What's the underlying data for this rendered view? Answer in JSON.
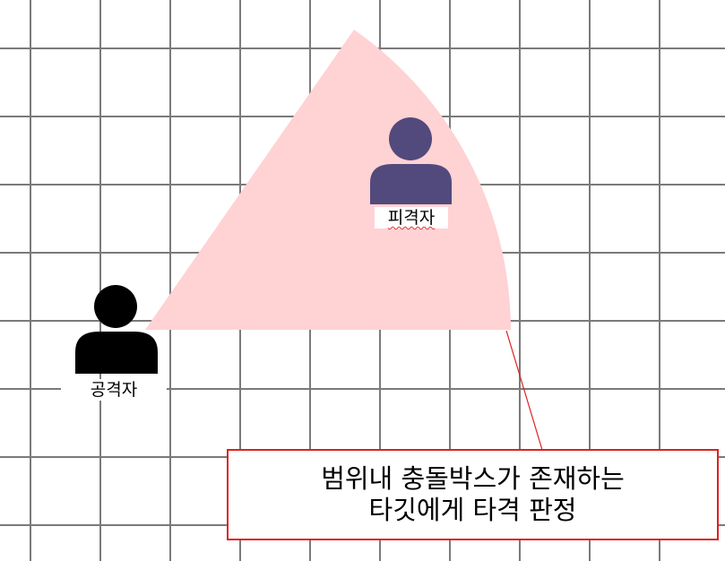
{
  "labels": {
    "attacker": "공격자",
    "target": "피격자"
  },
  "callout": {
    "line1": "범위내 충돌박스가 존재하는",
    "line2": "타깃에게 타격 판정"
  },
  "colors": {
    "grid": "#7a7a7a",
    "attack_area": "#ffd2d4",
    "attacker": "#000000",
    "target": "#524a7c",
    "callout_border": "#e02020",
    "leader_line": "#e02020",
    "spellcheck_squiggle": "#e03030"
  },
  "icons": {
    "attacker": "person-icon",
    "target": "person-icon"
  }
}
